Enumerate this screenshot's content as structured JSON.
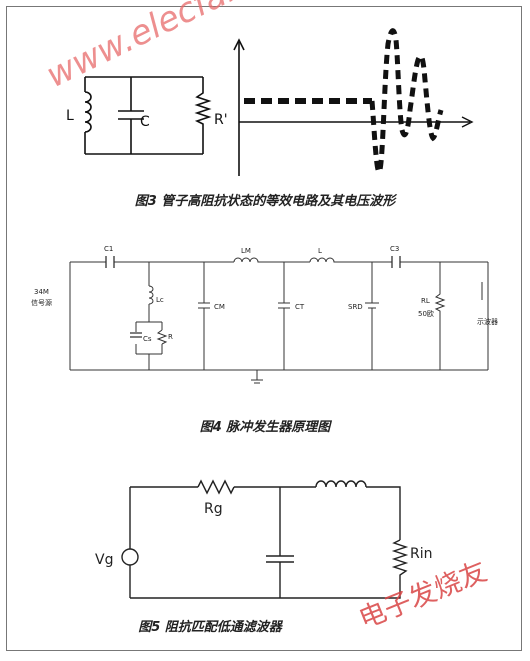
{
  "figure3": {
    "caption": "图3  管子高阻抗状态的等效电路及其电压波形",
    "labels": {
      "inductor": "L",
      "capacitor": "C",
      "resistor": "R'"
    }
  },
  "figure4": {
    "caption": "图4 脉冲发生器原理图",
    "labels": {
      "c1": "C1",
      "lm": "LM",
      "l": "L",
      "c3": "C3",
      "source_top": "34M",
      "source_bottom": "信号源",
      "lc": "Lc",
      "cs": "Cs",
      "r": "R",
      "cm": "CM",
      "ct": "CT",
      "srd": "SRD",
      "rl": "RL",
      "rl_value": "50欧",
      "scope": "示波器"
    }
  },
  "figure5": {
    "caption": "图5  阻抗匹配低通滤波器",
    "labels": {
      "vg": "Vg",
      "rg": "Rg",
      "rin": "Rin"
    }
  },
  "watermarks": {
    "top": "www.elecfans.com",
    "bottom": "电子发烧友"
  }
}
